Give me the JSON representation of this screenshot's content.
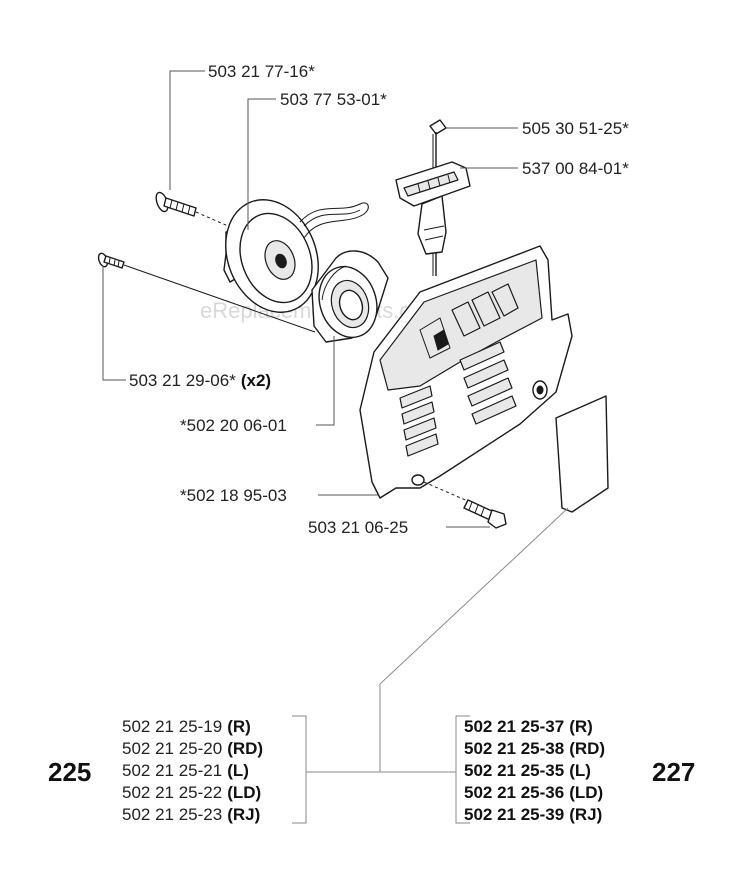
{
  "watermark": "eReplacementParts.com",
  "labels": {
    "l1": "503 21 77-16*",
    "l2": "503 77 53-01*",
    "l3": "505 30 51-25*",
    "l4": "537 00 84-01*",
    "l5_main": "503 21 29-06*",
    "l5_qty": "(x2)",
    "l6": "*502 20 06-01",
    "l7": "*502 18 95-03",
    "l8": "503 21 06-25"
  },
  "groups": {
    "left": {
      "number": "225",
      "items": [
        {
          "part": "502 21 25-19",
          "code": "(R)"
        },
        {
          "part": "502 21 25-20",
          "code": "(RD)"
        },
        {
          "part": "502 21 25-21",
          "code": "(L)"
        },
        {
          "part": "502 21 25-22",
          "code": "(LD)"
        },
        {
          "part": "502 21 25-23",
          "code": "(RJ)"
        }
      ]
    },
    "right": {
      "number": "227",
      "items": [
        {
          "part": "502 21 25-37",
          "code": "(R)"
        },
        {
          "part": "502 21 25-38",
          "code": "(RD)"
        },
        {
          "part": "502 21 25-35",
          "code": "(L)"
        },
        {
          "part": "502 21 25-36",
          "code": "(LD)"
        },
        {
          "part": "502 21 25-39",
          "code": "(RJ)"
        }
      ]
    }
  }
}
